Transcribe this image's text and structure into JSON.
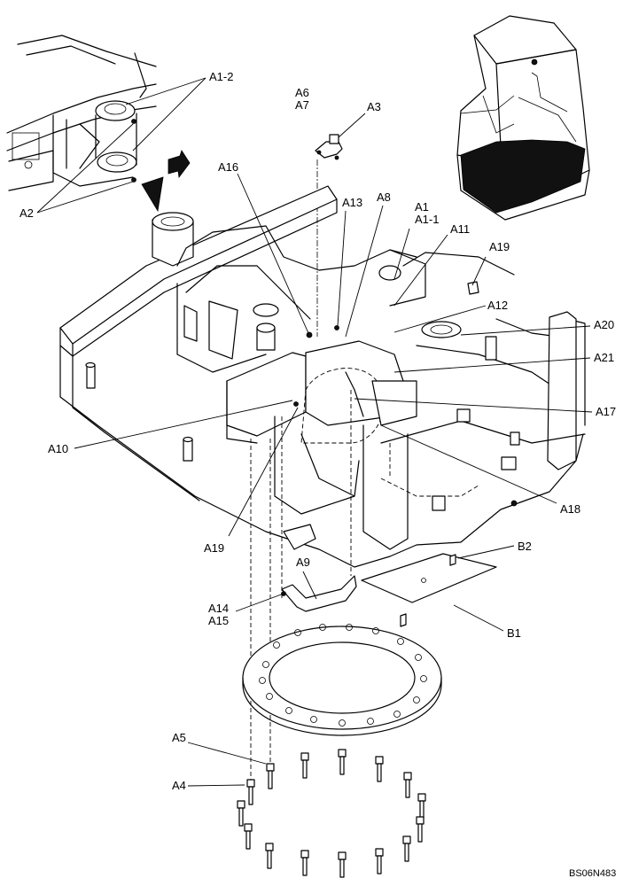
{
  "drawing_code": "BS06N483",
  "labels": {
    "a1_2": "A1-2",
    "a2": "A2",
    "a6": "A6",
    "a7": "A7",
    "a3": "A3",
    "a16": "A16",
    "a13": "A13",
    "a8": "A8",
    "a1": "A1",
    "a1_1": "A1-1",
    "a11": "A11",
    "a19_top": "A19",
    "a12": "A12",
    "a20": "A20",
    "a21": "A21",
    "a17": "A17",
    "a10": "A10",
    "a18": "A18",
    "a19_bottom": "A19",
    "b2": "B2",
    "a9": "A9",
    "a14": "A14",
    "a15": "A15",
    "b1": "B1",
    "a5": "A5",
    "a4": "A4"
  }
}
